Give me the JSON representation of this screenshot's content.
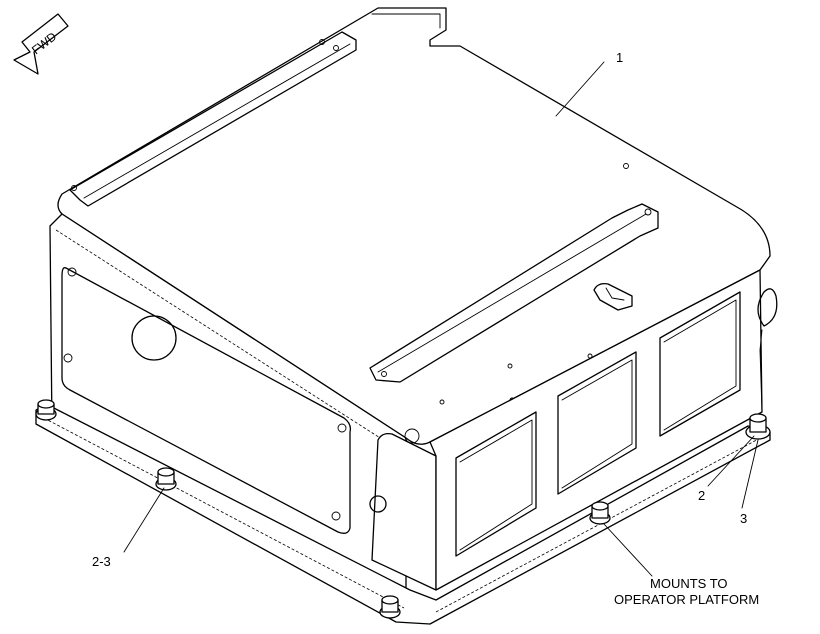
{
  "fwd_arrow": {
    "label": "FWD",
    "icon": "forward-arrow-icon"
  },
  "callouts": {
    "item1": "1",
    "item2": "2",
    "item3": "3",
    "item2_3": "2-3",
    "note_line1": "MOUNTS TO",
    "note_line2": "OPERATOR PLATFORM"
  }
}
